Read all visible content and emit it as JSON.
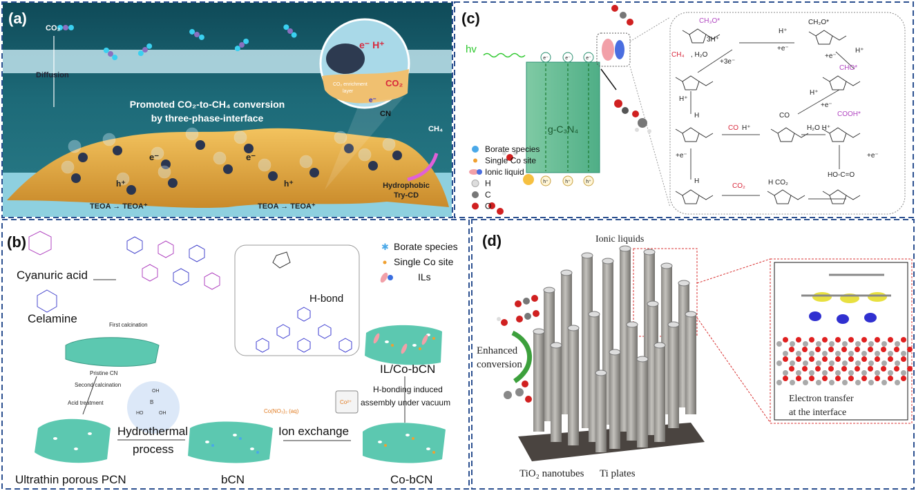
{
  "colors": {
    "frame": "#2b4f8f",
    "teal_sheet": "#5cc8b0",
    "gold_sheet": "#e8b04a",
    "accent_red": "#d8283c",
    "magenta": "#b044c0"
  },
  "panel_a": {
    "label": "(a)",
    "co2": "CO₂",
    "diffusion": "Diffusion",
    "headline_1": "Promoted CO₂-to-CH₄ conversion",
    "headline_2": "by three-phase-interface",
    "inset_eh": "e⁻ H⁺",
    "inset_co2": "CO₂",
    "inset_layer_1": "CO₂ enrichment",
    "inset_layer_2": "layer",
    "inset_e": "e⁻",
    "inset_cn": "CN",
    "ch4": "CH₄",
    "electron": "e⁻",
    "hole": "h⁺",
    "teoa": "TEOA → TEOA⁺",
    "hydrophobic_1": "Hydrophobic",
    "hydrophobic_2": "Try-CD"
  },
  "panel_b": {
    "label": "(b)",
    "cyanuric": "Cyanuric acid",
    "celamine": "Celamine",
    "first_calc": "First calcination",
    "pristine": "Pristine CN",
    "second_calc": "Second calcination",
    "acid": "Acid treatment",
    "hydrothermal_1": "Hydrothermal",
    "hydrothermal_2": "process",
    "pcn": "Ultrathin porous PCN",
    "bcn": "bCN",
    "ion_exchange": "Ion exchange",
    "co_nitrate": "Co(NO₃)₂ (aq)",
    "co_ion": "Co²⁺",
    "co_bcn": "Co-bCN",
    "hbonding_1": "H-bonding induced",
    "hbonding_2": "assembly under vacuum",
    "il_co_bcn": "IL/Co-bCN",
    "hbond": "H-bond",
    "legend": [
      "Borate species",
      "Single Co site",
      "ILs"
    ],
    "boric": {
      "oh1": "OH",
      "b": "B",
      "oh2": "HO",
      "oh3": "OH"
    }
  },
  "panel_c": {
    "label": "(c)",
    "hv": "hv",
    "material": "g-C₃N₄",
    "electron": "e⁻",
    "hole": "h⁺",
    "legend": [
      "Borate species",
      "Single Co site",
      "Ionic liquid",
      "H",
      "C",
      "O"
    ],
    "cycle": {
      "ch3o": "CH₃O*",
      "ch2o": "CH₂O*",
      "cho": "CHO*",
      "cooh": "COOH*",
      "co_sub": "CO",
      "hoco": "HO‑C=O",
      "h_co2": "H  CO₂",
      "h1": "H",
      "h2": "H",
      "s_top_h": "H⁺",
      "s_top_e": "+e⁻",
      "s_3h": "3H⁺",
      "s_ch4": "CH₄",
      "s_h2o": ", H₂O",
      "s_3e": "+3e⁻",
      "s_left_h": "H⁺",
      "s_co": "CO",
      "s_co_h": "H⁺",
      "s_h2o_h": "H₂O H⁺",
      "s_mid_h": "H⁺",
      "s_mid_e": "+e⁻",
      "s_right_h": "H⁺",
      "s_right_e": "+e⁻",
      "s_left_e": "+e⁻",
      "s_co2": "CO₂",
      "s_bottom_e": "+e⁻"
    }
  },
  "panel_d": {
    "label": "(d)",
    "ionic_liquids": "Ionic liquids",
    "enhanced_1": "Enhanced",
    "enhanced_2": "conversion",
    "tio2": "TiO₂ nanotubes",
    "ti": "Ti plates",
    "inset_1": "Electron transfer",
    "inset_2": "at the interface"
  }
}
